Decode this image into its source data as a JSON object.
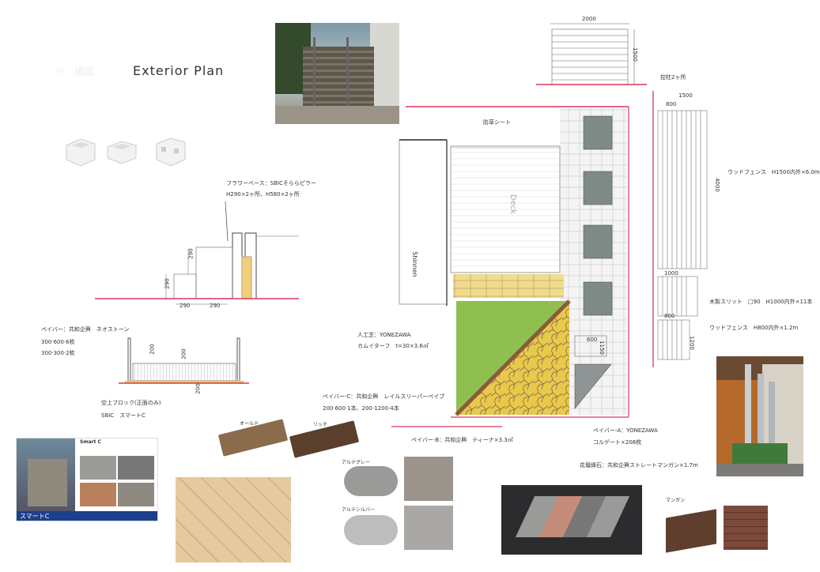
{
  "header": {
    "title": "Exterior Plan",
    "faint_prefix": "外　構図"
  },
  "annotations": {
    "flower_base_1": "フラワーベース：SBICそららピラー",
    "flower_base_2": "H290×2ヶ所、H580×2ヶ所",
    "paver_neo_1": "ペイバー：共和企興　ネオストーン",
    "paver_neo_2": "300·600·6枚",
    "paver_neo_3": "300·300·2枚",
    "block_1": "空上ブロック(正面のみ)",
    "block_2": "SBIC　スマートC",
    "turf_1": "人工芝：YONEZAWA",
    "turf_2": "カムイターフ　t=30×3.6㎡",
    "paver_c_1": "ペイバー-C：共和企興　レイルスリーパーペイブ",
    "paver_c_2": "200·600·1本、200·1200·4本",
    "paver_b": "ペイバー-B：共和企興　ティーナ×3.3㎡",
    "paver_a_1": "ペイバー-A：YONEZAWA",
    "paver_a_2": "コルゲート×208枚",
    "edging": "花壇縁石：共和企興ストレートマンガン×1.7m",
    "weed_sheet": "防草シート",
    "posts": "控柱2ヶ所",
    "wood_fence_1": "ウッドフェンス　H1500内外×6.0m",
    "slit": "木製スリット　□90　H1000内外×11本",
    "wood_fence_2": "ウッドフェンス　H800内外×1.2m",
    "deck": "Deck",
    "side_script": "Shinnen"
  },
  "dimensions": {
    "top_2000": "2000",
    "top_1500": "1500",
    "fence_1500": "1500",
    "fence_800": "800",
    "fence_4000": "4000",
    "fence_1000": "1000",
    "fence_800b": "800",
    "fence_1200": "1200",
    "sec_290a": "290",
    "sec_290b": "290",
    "sec_290c": "290",
    "sec_290d": "290",
    "sec_290e": "290",
    "elev_200a": "200",
    "elev_200b": "200",
    "elev_200c": "200",
    "plan_600": "600",
    "plan_1150": "1150"
  },
  "swatches": {
    "old": "オールド",
    "rich": "リッチ",
    "grey": "アルテグレー",
    "silver": "アルテシルバー",
    "mangan": "マンガン"
  },
  "brochure": {
    "name": "Smart C",
    "label": "スマートC"
  },
  "colors": {
    "accent_red": "#d9375a",
    "turf": "#8fbf4e",
    "paver_yellow": "#e9c84a",
    "brown": "#6b4a35"
  }
}
